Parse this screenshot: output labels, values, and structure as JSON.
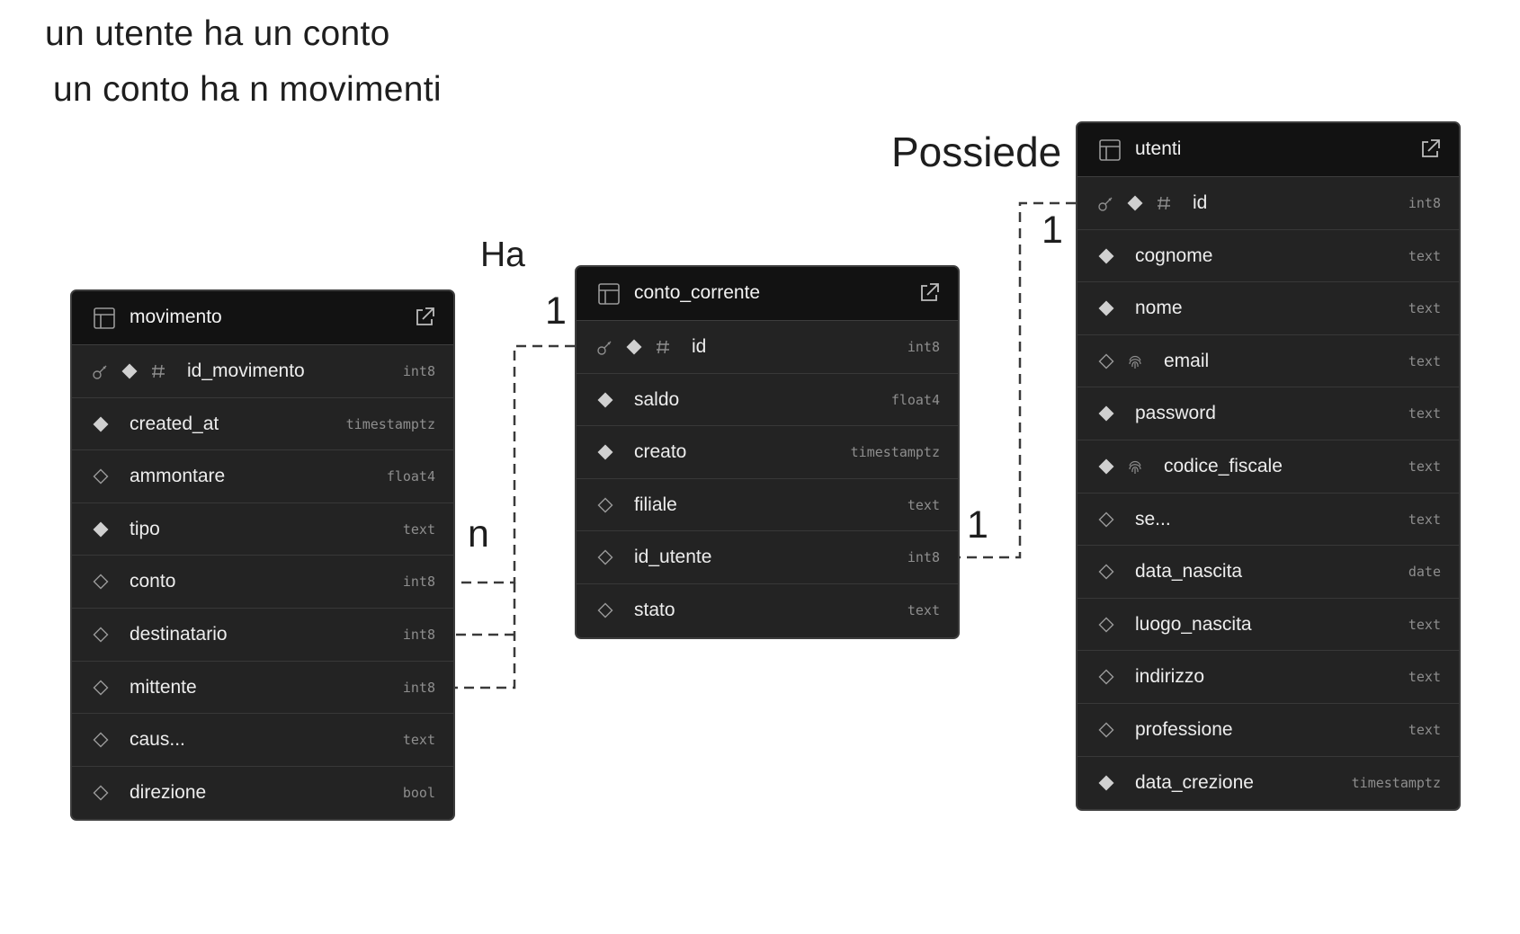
{
  "notes": [
    "un utente ha un conto",
    "un conto ha n movimenti"
  ],
  "relations": {
    "possiede_label": "Possiede",
    "ha_label": "Ha",
    "card_utenti_1": "1",
    "card_conto_1": "1",
    "card_ha_1": "1",
    "card_ha_n": "n"
  },
  "tables": {
    "movimento": {
      "name": "movimento",
      "columns": [
        {
          "name": "id_movimento",
          "type": "int8"
        },
        {
          "name": "created_at",
          "type": "timestamptz"
        },
        {
          "name": "ammontare",
          "type": "float4"
        },
        {
          "name": "tipo",
          "type": "text"
        },
        {
          "name": "conto",
          "type": "int8"
        },
        {
          "name": "destinatario",
          "type": "int8"
        },
        {
          "name": "mittente",
          "type": "int8"
        },
        {
          "name": "caus...",
          "type": "text"
        },
        {
          "name": "direzione",
          "type": "bool"
        }
      ]
    },
    "conto_corrente": {
      "name": "conto_corrente",
      "columns": [
        {
          "name": "id",
          "type": "int8"
        },
        {
          "name": "saldo",
          "type": "float4"
        },
        {
          "name": "creato",
          "type": "timestamptz"
        },
        {
          "name": "filiale",
          "type": "text"
        },
        {
          "name": "id_utente",
          "type": "int8"
        },
        {
          "name": "stato",
          "type": "text"
        }
      ]
    },
    "utenti": {
      "name": "utenti",
      "columns": [
        {
          "name": "id",
          "type": "int8"
        },
        {
          "name": "cognome",
          "type": "text"
        },
        {
          "name": "nome",
          "type": "text"
        },
        {
          "name": "email",
          "type": "text"
        },
        {
          "name": "password",
          "type": "text"
        },
        {
          "name": "codice_fiscale",
          "type": "text"
        },
        {
          "name": "se...",
          "type": "text"
        },
        {
          "name": "data_nascita",
          "type": "date"
        },
        {
          "name": "luogo_nascita",
          "type": "text"
        },
        {
          "name": "indirizzo",
          "type": "text"
        },
        {
          "name": "professione",
          "type": "text"
        },
        {
          "name": "data_crezione",
          "type": "timestamptz"
        }
      ]
    }
  },
  "icons": {
    "table": "table-icon",
    "open": "external-link-icon",
    "primary_key": "key-icon",
    "not_null": "filled-diamond-icon",
    "nullable": "outline-diamond-icon",
    "identity": "hash-icon",
    "unique": "fingerprint-icon"
  },
  "colors": {
    "canvas": "#ffffff",
    "table_body": "#232323",
    "table_header": "#121212",
    "border": "#3d3d3d",
    "text": "#ededed",
    "type_text": "#8e8e8e",
    "connector": "#3a3a3a"
  }
}
